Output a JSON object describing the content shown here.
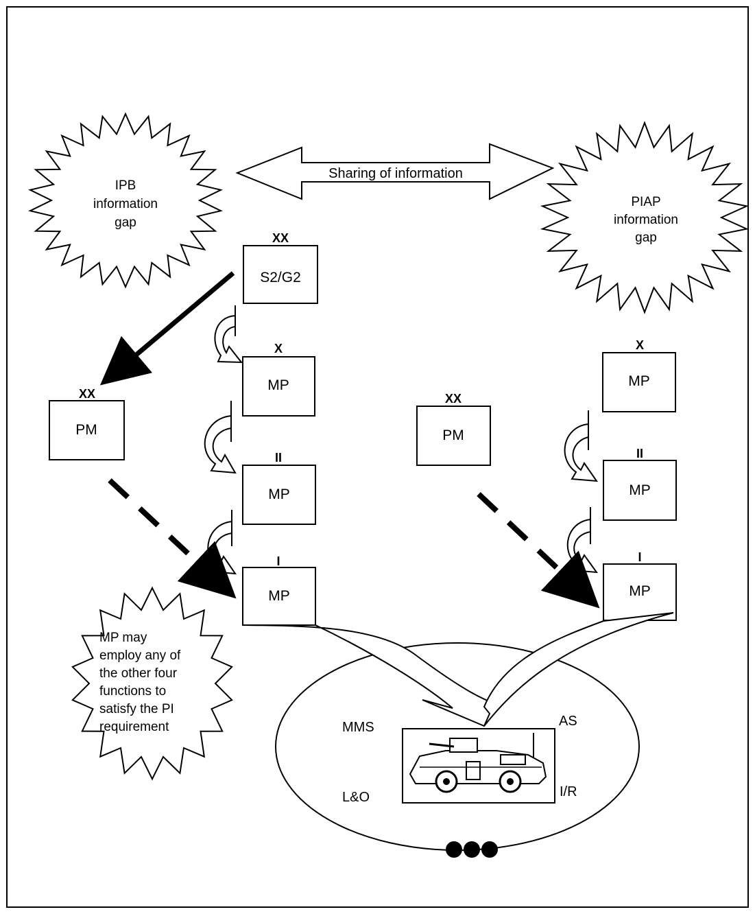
{
  "diagram": {
    "share_label": "Sharing of information",
    "ipb_burst": [
      "IPB",
      "information",
      "gap"
    ],
    "piap_burst": [
      "PIAP",
      "information",
      "gap"
    ],
    "callout": [
      "MP may",
      "employ any of",
      "the other four",
      "functions to",
      "satisfy the PI",
      "requirement"
    ],
    "s2g2": {
      "echelon": "XX",
      "label": "S2/G2"
    },
    "left_pm": {
      "echelon": "XX",
      "label": "PM"
    },
    "right_pm": {
      "echelon": "XX",
      "label": "PM"
    },
    "left_chain": [
      {
        "echelon": "X",
        "label": "MP"
      },
      {
        "echelon": "II",
        "label": "MP"
      },
      {
        "echelon": "I",
        "label": "MP"
      }
    ],
    "right_chain": [
      {
        "echelon": "X",
        "label": "MP"
      },
      {
        "echelon": "II",
        "label": "MP"
      },
      {
        "echelon": "I",
        "label": "MP"
      }
    ],
    "functions": {
      "mms": "MMS",
      "as": "AS",
      "lo": "L&O",
      "ir": "I/R"
    },
    "vehicle_icon": "armored-vehicle-icon",
    "ellipsis_icon": "three-dots-icon"
  }
}
